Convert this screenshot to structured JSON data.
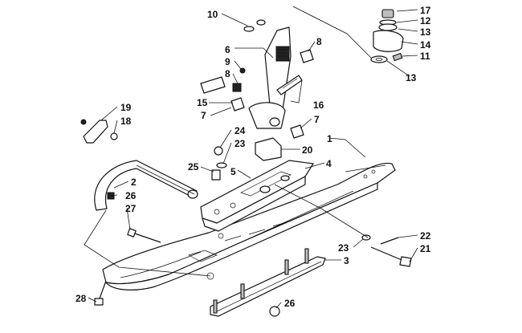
{
  "callouts": [
    {
      "id": "c10",
      "text": "10"
    },
    {
      "id": "c6",
      "text": "6"
    },
    {
      "id": "c9",
      "text": "9"
    },
    {
      "id": "c8a",
      "text": "8"
    },
    {
      "id": "c8b",
      "text": "8"
    },
    {
      "id": "c15",
      "text": "15"
    },
    {
      "id": "c7a",
      "text": "7"
    },
    {
      "id": "c16",
      "text": "16"
    },
    {
      "id": "c7b",
      "text": "7"
    },
    {
      "id": "c17",
      "text": "17"
    },
    {
      "id": "c12",
      "text": "12"
    },
    {
      "id": "c13a",
      "text": "13"
    },
    {
      "id": "c14",
      "text": "14"
    },
    {
      "id": "c11",
      "text": "11"
    },
    {
      "id": "c13b",
      "text": "13"
    },
    {
      "id": "c19",
      "text": "19"
    },
    {
      "id": "c18",
      "text": "18"
    },
    {
      "id": "c24",
      "text": "24"
    },
    {
      "id": "c23a",
      "text": "23"
    },
    {
      "id": "c20",
      "text": "20"
    },
    {
      "id": "c1",
      "text": "1"
    },
    {
      "id": "c25",
      "text": "25"
    },
    {
      "id": "c5",
      "text": "5"
    },
    {
      "id": "c4",
      "text": "4"
    },
    {
      "id": "c2",
      "text": "2"
    },
    {
      "id": "c26a",
      "text": "26"
    },
    {
      "id": "c27",
      "text": "27"
    },
    {
      "id": "c23b",
      "text": "23"
    },
    {
      "id": "c22",
      "text": "22"
    },
    {
      "id": "c21",
      "text": "21"
    },
    {
      "id": "c3",
      "text": "3"
    },
    {
      "id": "c28",
      "text": "28"
    },
    {
      "id": "c26b",
      "text": "26"
    }
  ]
}
